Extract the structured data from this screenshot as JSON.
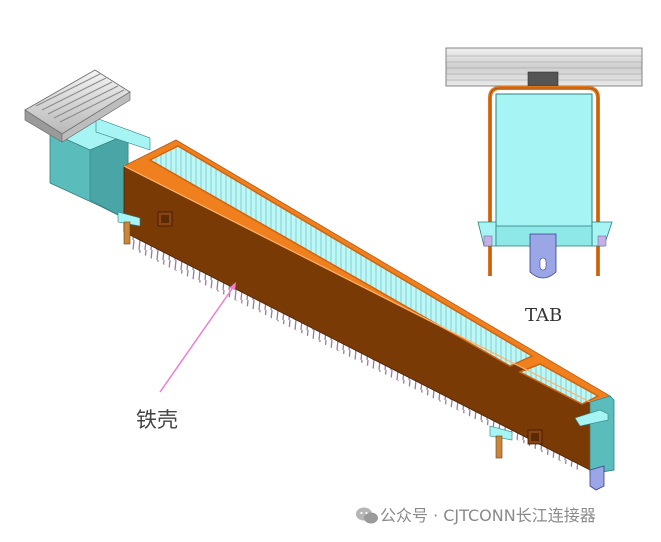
{
  "labels": {
    "iron_shell": "铁壳",
    "tab": "TAB"
  },
  "watermark": {
    "icon": "wechat-icon",
    "text": "公众号 · CJTCONN长江连接器"
  },
  "colors": {
    "shell_top": "#f07f1e",
    "shell_side": "#7a3a06",
    "shell_edge": "#e06a0c",
    "housing": "#a6f4f4",
    "housing_dark": "#4fb5b5",
    "pins": "#9a7aa0",
    "tab_plate": "#9aa6e6",
    "latch_gray": "#d9d9d9",
    "pointer": "#f07ccf"
  }
}
